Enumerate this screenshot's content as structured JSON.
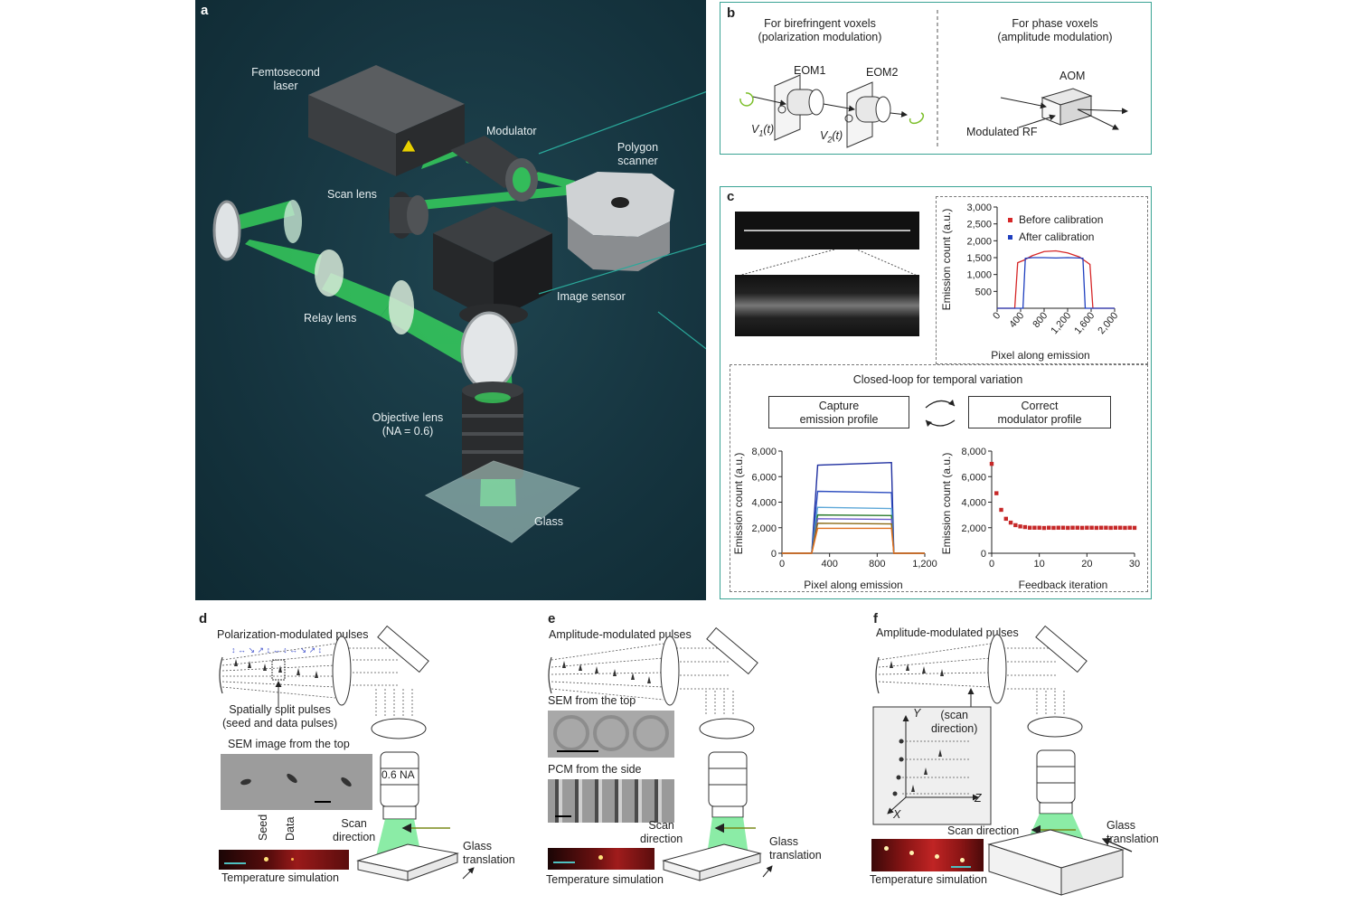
{
  "panel_a": {
    "label": "a",
    "femtosecond_laser": "Femtosecond laser",
    "modulator": "Modulator",
    "polygon_scanner": "Polygon scanner",
    "scan_lens": "Scan lens",
    "image_sensor": "Image sensor",
    "relay_lens": "Relay lens",
    "objective_lens": "Objective lens",
    "objective_na": "(NA = 0.6)",
    "glass": "Glass"
  },
  "panel_b": {
    "label": "b",
    "left_title_1": "For birefringent voxels",
    "left_title_2": "(polarization modulation)",
    "right_title_1": "For phase voxels",
    "right_title_2": "(amplitude modulation)",
    "eom1": "EOM1",
    "eom2": "EOM2",
    "v1": "V",
    "v1_sub": "1",
    "v2": "V",
    "v2_sub": "2",
    "t": "(t)",
    "aom": "AOM",
    "modulated_rf": "Modulated RF"
  },
  "panel_c": {
    "label": "c",
    "closed_loop_title": "Closed-loop for temporal variation",
    "capture_box_1": "Capture",
    "capture_box_2": "emission profile",
    "correct_box_1": "Correct",
    "correct_box_2": "modulator profile"
  },
  "panel_d": {
    "label": "d",
    "title": "Polarization-modulated pulses",
    "split_1": "Spatially split pulses",
    "split_2": "(seed and data pulses)",
    "sem_title": "SEM image from the top",
    "seed": "Seed",
    "data": "Data",
    "na": "0.6 NA",
    "scan_1": "Scan",
    "scan_2": "direction",
    "glass_1": "Glass",
    "glass_2": "translation",
    "temp": "Temperature simulation"
  },
  "panel_e": {
    "label": "e",
    "title": "Amplitude-modulated pulses",
    "sem_title": "SEM from the top",
    "pcm_title": "PCM from the side",
    "scan_1": "Scan",
    "scan_2": "direction",
    "glass_1": "Glass",
    "glass_2": "translation",
    "temp": "Temperature simulation"
  },
  "panel_f": {
    "label": "f",
    "title": "Amplitude-modulated pulses",
    "y_axis": "Y",
    "scan_note_1": "(scan",
    "scan_note_2": "direction)",
    "z_axis": "Z",
    "x_axis": "X",
    "scan_dir": "Scan direction",
    "glass_1": "Glass",
    "glass_2": "translation",
    "temp": "Temperature simulation"
  },
  "chart_data": [
    {
      "type": "line",
      "id": "calibration",
      "xlabel": "Pixel along emission",
      "ylabel": "Emission count (a.u.)",
      "xlim": [
        0,
        2000
      ],
      "ylim": [
        0,
        3000
      ],
      "xticks": [
        "0",
        "400",
        "800",
        "1,200",
        "1,600",
        "2,000"
      ],
      "yticks": [
        "500",
        "1,000",
        "1,500",
        "2,000",
        "2,500",
        "3,000"
      ],
      "legend_position": "top-right",
      "series": [
        {
          "name": "Before calibration",
          "color": "#d62728",
          "x": [
            0,
            300,
            350,
            450,
            600,
            800,
            1000,
            1200,
            1400,
            1500,
            1580,
            1630,
            2000
          ],
          "y": [
            0,
            0,
            1350,
            1420,
            1560,
            1680,
            1700,
            1640,
            1520,
            1400,
            1300,
            0,
            0
          ]
        },
        {
          "name": "After calibration",
          "color": "#1f3fbf",
          "x": [
            0,
            440,
            480,
            600,
            800,
            1000,
            1200,
            1400,
            1460,
            1500,
            2000
          ],
          "y": [
            0,
            0,
            1480,
            1500,
            1500,
            1490,
            1500,
            1490,
            1480,
            0,
            0
          ]
        }
      ]
    },
    {
      "type": "line",
      "id": "profiles",
      "xlabel": "Pixel along emission",
      "ylabel": "Emission count (a.u.)",
      "xlim": [
        0,
        1200
      ],
      "ylim": [
        0,
        8000
      ],
      "xticks": [
        "0",
        "400",
        "800",
        "1,200"
      ],
      "yticks": [
        "0",
        "2,000",
        "4,000",
        "6,000",
        "8,000"
      ],
      "x_edges": [
        250,
        300,
        920,
        940
      ],
      "series": [
        {
          "color": "#1f2fa0",
          "plateau": [
            6900,
            7100
          ]
        },
        {
          "color": "#2f4fc0",
          "plateau": [
            4850,
            4750
          ]
        },
        {
          "color": "#5ea8d8",
          "plateau": [
            3600,
            3500
          ]
        },
        {
          "color": "#2e7d32",
          "plateau": [
            3000,
            2950
          ]
        },
        {
          "color": "#6a5acd",
          "plateau": [
            2700,
            2650
          ]
        },
        {
          "color": "#8b6914",
          "plateau": [
            2350,
            2300
          ]
        },
        {
          "color": "#e07020",
          "plateau": [
            1950,
            1950
          ]
        }
      ]
    },
    {
      "type": "scatter",
      "id": "feedback",
      "xlabel": "Feedback iteration",
      "ylabel": "Emission count (a.u.)",
      "xlim": [
        0,
        30
      ],
      "ylim": [
        0,
        8000
      ],
      "xticks": [
        "0",
        "10",
        "20",
        "30"
      ],
      "yticks": [
        "0",
        "2,000",
        "4,000",
        "6,000",
        "8,000"
      ],
      "color": "#c62828",
      "x": [
        0,
        1,
        2,
        3,
        4,
        5,
        6,
        7,
        8,
        9,
        10,
        11,
        12,
        13,
        14,
        15,
        16,
        17,
        18,
        19,
        20,
        21,
        22,
        23,
        24,
        25,
        26,
        27,
        28,
        29,
        30
      ],
      "y": [
        7000,
        4700,
        3400,
        2700,
        2400,
        2200,
        2100,
        2050,
        2000,
        2000,
        2000,
        1980,
        2000,
        1990,
        2000,
        2000,
        1990,
        2000,
        2000,
        1990,
        2000,
        2000,
        1990,
        2000,
        2000,
        1990,
        2000,
        2000,
        1990,
        2000,
        1990
      ]
    }
  ]
}
